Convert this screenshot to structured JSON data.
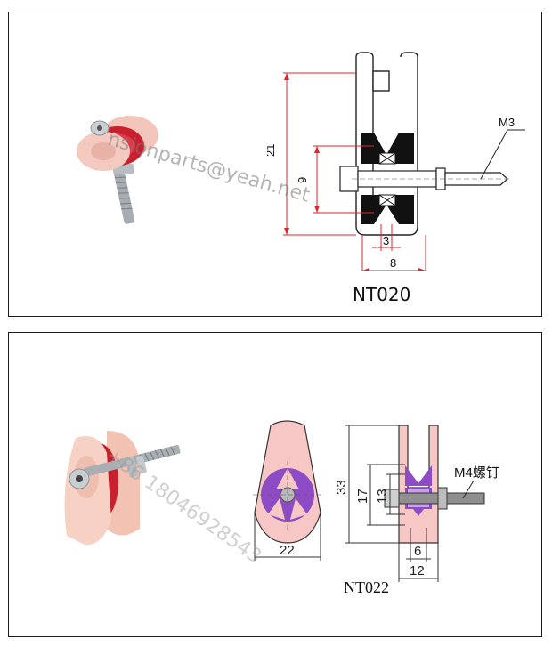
{
  "panels": [
    {
      "model": "NT020",
      "watermark": "nsionparts@yeah.net",
      "dimensions": {
        "height": "21",
        "bearing": "9",
        "groove": "3",
        "width": "8",
        "screw": "M3"
      }
    },
    {
      "model": "NT022",
      "watermark": "+86 18046928543",
      "dimensions": {
        "height": "33",
        "mid": "17",
        "inner": "13",
        "base": "22",
        "groove": "6",
        "width": "12",
        "screw": "M4螺钉"
      }
    }
  ],
  "colors": {
    "pink": "#f4c2b6",
    "red_groove": "#c8202e",
    "drawing_red": "#e0262b",
    "purple": "#8e4bc6",
    "steel": "#9aa0a6"
  }
}
